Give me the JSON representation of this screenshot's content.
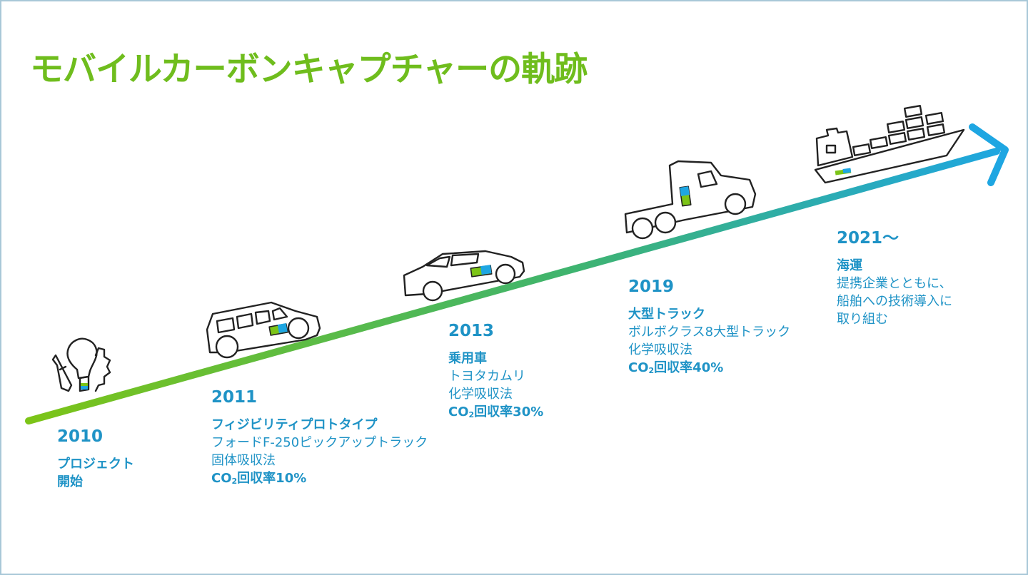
{
  "title": "モバイルカーボンキャプチャーの軌跡",
  "colors": {
    "title": "#6fbd1d",
    "text": "#1f93c6",
    "arrow_start": "#7cc417",
    "arrow_mid": "#3fb46e",
    "arrow_end": "#1ea6e2",
    "icon_green": "#7cc417",
    "icon_blue": "#1ea6e2"
  },
  "milestones": [
    {
      "year": "2010",
      "heading": "プロジェクト",
      "lines": [
        "開始"
      ],
      "icon": "lightbulb-gear-icon"
    },
    {
      "year": "2011",
      "heading": "フィジビリティプロトタイプ",
      "lines": [
        "フォードF-250ピックアップトラック",
        "固体吸収法"
      ],
      "co2": {
        "prefix": "CO",
        "sub": "2",
        "suffix": "回収率10%"
      },
      "icon": "suv-icon"
    },
    {
      "year": "2013",
      "heading": "乗用車",
      "lines": [
        "トヨタカムリ",
        "化学吸収法"
      ],
      "co2": {
        "prefix": "CO",
        "sub": "2",
        "suffix": "回収率30%"
      },
      "icon": "sedan-icon"
    },
    {
      "year": "2019",
      "heading": "大型トラック",
      "lines": [
        "ボルボクラス8大型トラック",
        "化学吸収法"
      ],
      "co2": {
        "prefix": "CO",
        "sub": "2",
        "suffix": "回収率40%"
      },
      "icon": "truck-icon"
    },
    {
      "year": "2021～",
      "heading": "海運",
      "lines": [
        "提携企業とともに、",
        "船舶への技術導入に",
        "取り組む"
      ],
      "icon": "container-ship-icon"
    }
  ]
}
